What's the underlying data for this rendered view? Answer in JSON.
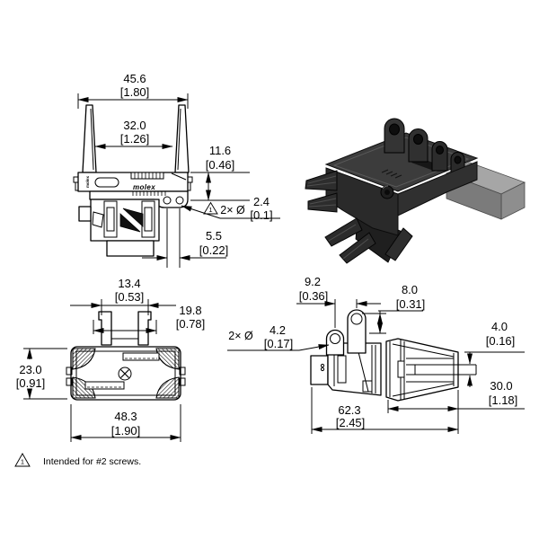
{
  "drawing": {
    "front_view": {
      "overall_width": {
        "mm": "45.6",
        "in": "[1.80]"
      },
      "latch_inner_width": {
        "mm": "32.0",
        "in": "[1.26]"
      },
      "flange_height": {
        "mm": "11.6",
        "in": "[0.46]"
      },
      "mount_holes": {
        "flag": "1",
        "qty": "2× Ø",
        "mm": "2.4",
        "in": "[0.1]"
      },
      "hole_spacing": {
        "mm": "5.5",
        "in": "[0.22]"
      },
      "brand": "molex"
    },
    "bottom_view": {
      "tab_width": {
        "mm": "13.4",
        "in": "[0.53]"
      },
      "prong_span": {
        "mm": "19.8",
        "in": "[0.78]"
      },
      "body_height": {
        "mm": "23.0",
        "in": "[0.91]"
      },
      "overall_width": {
        "mm": "48.3",
        "in": "[1.90]"
      }
    },
    "side_view": {
      "eyelet_pitch": {
        "mm": "9.2",
        "in": "[0.36]"
      },
      "eyelet_offset": {
        "mm": "8.0",
        "in": "[0.31]"
      },
      "eyelet_holes": {
        "qty": "2× Ø",
        "mm": "4.2",
        "in": "[0.17]"
      },
      "tip_opening": {
        "mm": "4.0",
        "in": "[0.16]"
      },
      "nose_length": {
        "mm": "30.0",
        "in": "[1.18]"
      },
      "overall_length": {
        "mm": "62.3",
        "in": "[2.45]"
      }
    },
    "note": {
      "flag": "1",
      "text": "Intended for #2 screws."
    }
  }
}
